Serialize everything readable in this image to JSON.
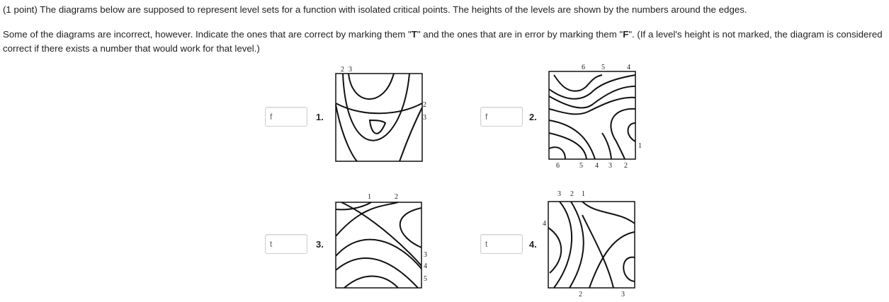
{
  "intro": {
    "points": "(1 point)",
    "text": "The diagrams below are supposed to represent level sets for a function with isolated critical points. The heights of the levels are shown by the numbers around the edges."
  },
  "instructions": {
    "part1": "Some of the diagrams are incorrect, however. Indicate the ones that are correct by marking them \"",
    "T": "T",
    "part2": "\" and the ones that are in error by marking them \"",
    "F": "F",
    "part3": "\". (If a level's height is not marked, the diagram is considered correct if there exists a number that would work for that level.)"
  },
  "items": [
    {
      "number": "1.",
      "answer": "f",
      "labels": [
        "2",
        "3",
        "2",
        "3"
      ]
    },
    {
      "number": "2.",
      "answer": "f",
      "labels": [
        "6",
        "5",
        "4",
        "1",
        "6",
        "5",
        "4",
        "3",
        "2"
      ]
    },
    {
      "number": "3.",
      "answer": "t",
      "labels": [
        "1",
        "2",
        "3",
        "4",
        "5"
      ]
    },
    {
      "number": "4.",
      "answer": "t",
      "labels": [
        "3",
        "2",
        "1",
        "4",
        "2",
        "3"
      ]
    }
  ]
}
